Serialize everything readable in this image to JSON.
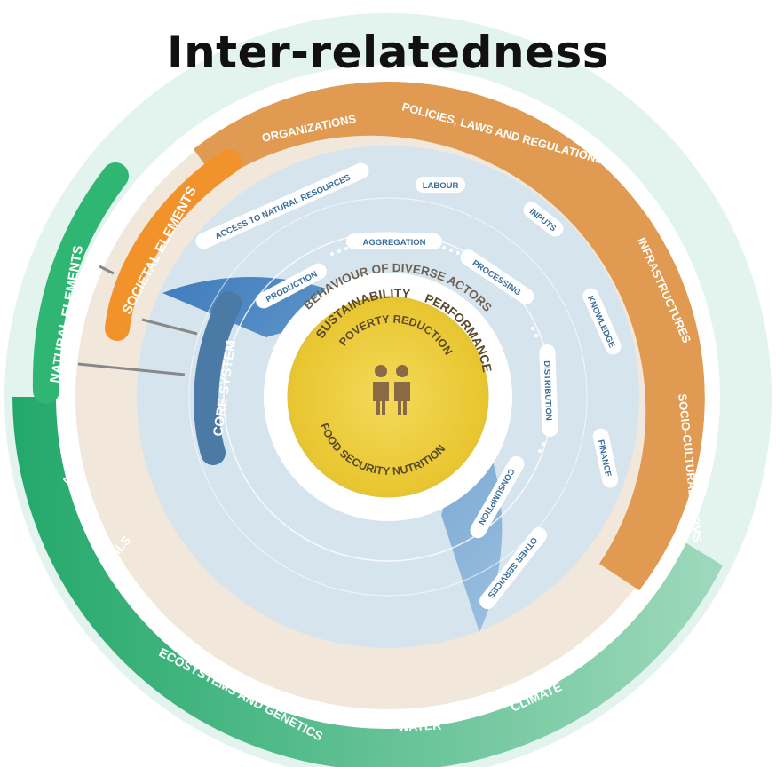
{
  "title": "Inter-relatedness",
  "rings": {
    "natural": {
      "label": "NATURAL ELEMENTS",
      "items": [
        "AIR",
        "SOILS",
        "ECOSYSTEMS AND GENETICS",
        "WATER",
        "CLIMATE"
      ]
    },
    "societal": {
      "label": "SOCIETAL ELEMENTS",
      "items": [
        "ORGANIZATIONS",
        "POLICIES, LAWS AND REGULATIONS",
        "INFRASTRUCTURES",
        "SOCIO-CULTURAL NORMS"
      ]
    },
    "core": {
      "label": "CORE SYSTEM",
      "support_services": [
        "ACCESS TO NATURAL RESOURCES",
        "LABOUR",
        "INPUTS",
        "KNOWLEDGE",
        "FINANCE",
        "OTHER SERVICES"
      ],
      "value_chain": [
        "PRODUCTION",
        "AGGREGATION",
        "PROCESSING",
        "DISTRIBUTION",
        "CONSUMPTION"
      ],
      "actors": "BEHAVIOUR OF DIVERSE ACTORS"
    },
    "center": {
      "sustainability": "SUSTAINABILITY",
      "performance": "PERFORMANCE",
      "poverty": "POVERTY REDUCTION",
      "food": "FOOD SECURITY NUTRITION"
    }
  },
  "colors": {
    "natural_green": "#2fb673",
    "outer_mint": "#e3f4ee",
    "societal_orange": "#e09a52",
    "societal_pill": "#f2922a",
    "beige": "#efe4d6",
    "core_blue": "#5b93c8",
    "core_light": "#d6e4ee",
    "core_pill": "#4b7aa6",
    "center_yellow": "#f1d443",
    "person_brown": "#8a6a44"
  },
  "icons": {
    "people": "people-icon",
    "arrow": "double-arrow-icon"
  }
}
